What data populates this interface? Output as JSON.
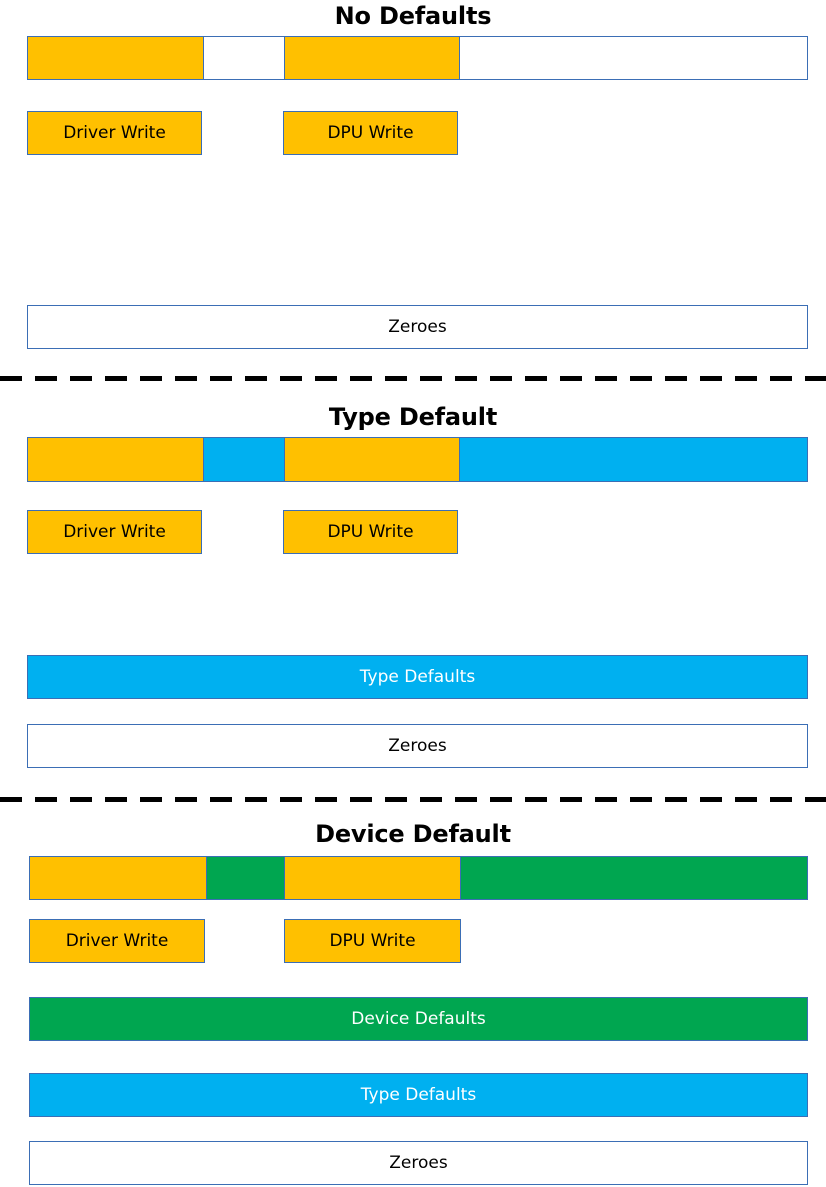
{
  "diagram": {
    "title_font_color": "#000000",
    "colors": {
      "write": "#FFC000",
      "type_default": "#00B0F0",
      "device_default": "#00A650",
      "zeroes": "#FFFFFF",
      "border": "#3B6EB5",
      "divider": "#000000"
    },
    "sections": [
      {
        "id": "no-defaults",
        "title": "No Defaults",
        "composite": {
          "segments": [
            {
              "label": "",
              "fill": "write"
            },
            {
              "label": "",
              "fill": "zeroes"
            },
            {
              "label": "",
              "fill": "write"
            },
            {
              "label": "",
              "fill": "zeroes"
            }
          ]
        },
        "write_labels": [
          {
            "label": "Driver Write"
          },
          {
            "label": "DPU Write"
          }
        ],
        "stack_bars": [
          {
            "label": "Zeroes",
            "fill": "zeroes",
            "text_color": "#000000"
          }
        ]
      },
      {
        "id": "type-default",
        "title": "Type Default",
        "composite": {
          "segments": [
            {
              "label": "",
              "fill": "write"
            },
            {
              "label": "",
              "fill": "type_default"
            },
            {
              "label": "",
              "fill": "write"
            },
            {
              "label": "",
              "fill": "type_default"
            }
          ]
        },
        "write_labels": [
          {
            "label": "Driver Write"
          },
          {
            "label": "DPU Write"
          }
        ],
        "stack_bars": [
          {
            "label": "Type Defaults",
            "fill": "type_default",
            "text_color": "#FFFFFF"
          },
          {
            "label": "Zeroes",
            "fill": "zeroes",
            "text_color": "#000000"
          }
        ]
      },
      {
        "id": "device-default",
        "title": "Device Default",
        "composite": {
          "segments": [
            {
              "label": "",
              "fill": "write"
            },
            {
              "label": "",
              "fill": "device_default"
            },
            {
              "label": "",
              "fill": "write"
            },
            {
              "label": "",
              "fill": "device_default"
            }
          ]
        },
        "write_labels": [
          {
            "label": "Driver Write"
          },
          {
            "label": "DPU Write"
          }
        ],
        "stack_bars": [
          {
            "label": "Device Defaults",
            "fill": "device_default",
            "text_color": "#FFFFFF"
          },
          {
            "label": "Type Defaults",
            "fill": "type_default",
            "text_color": "#FFFFFF"
          },
          {
            "label": "Zeroes",
            "fill": "zeroes",
            "text_color": "#000000"
          }
        ]
      }
    ]
  }
}
